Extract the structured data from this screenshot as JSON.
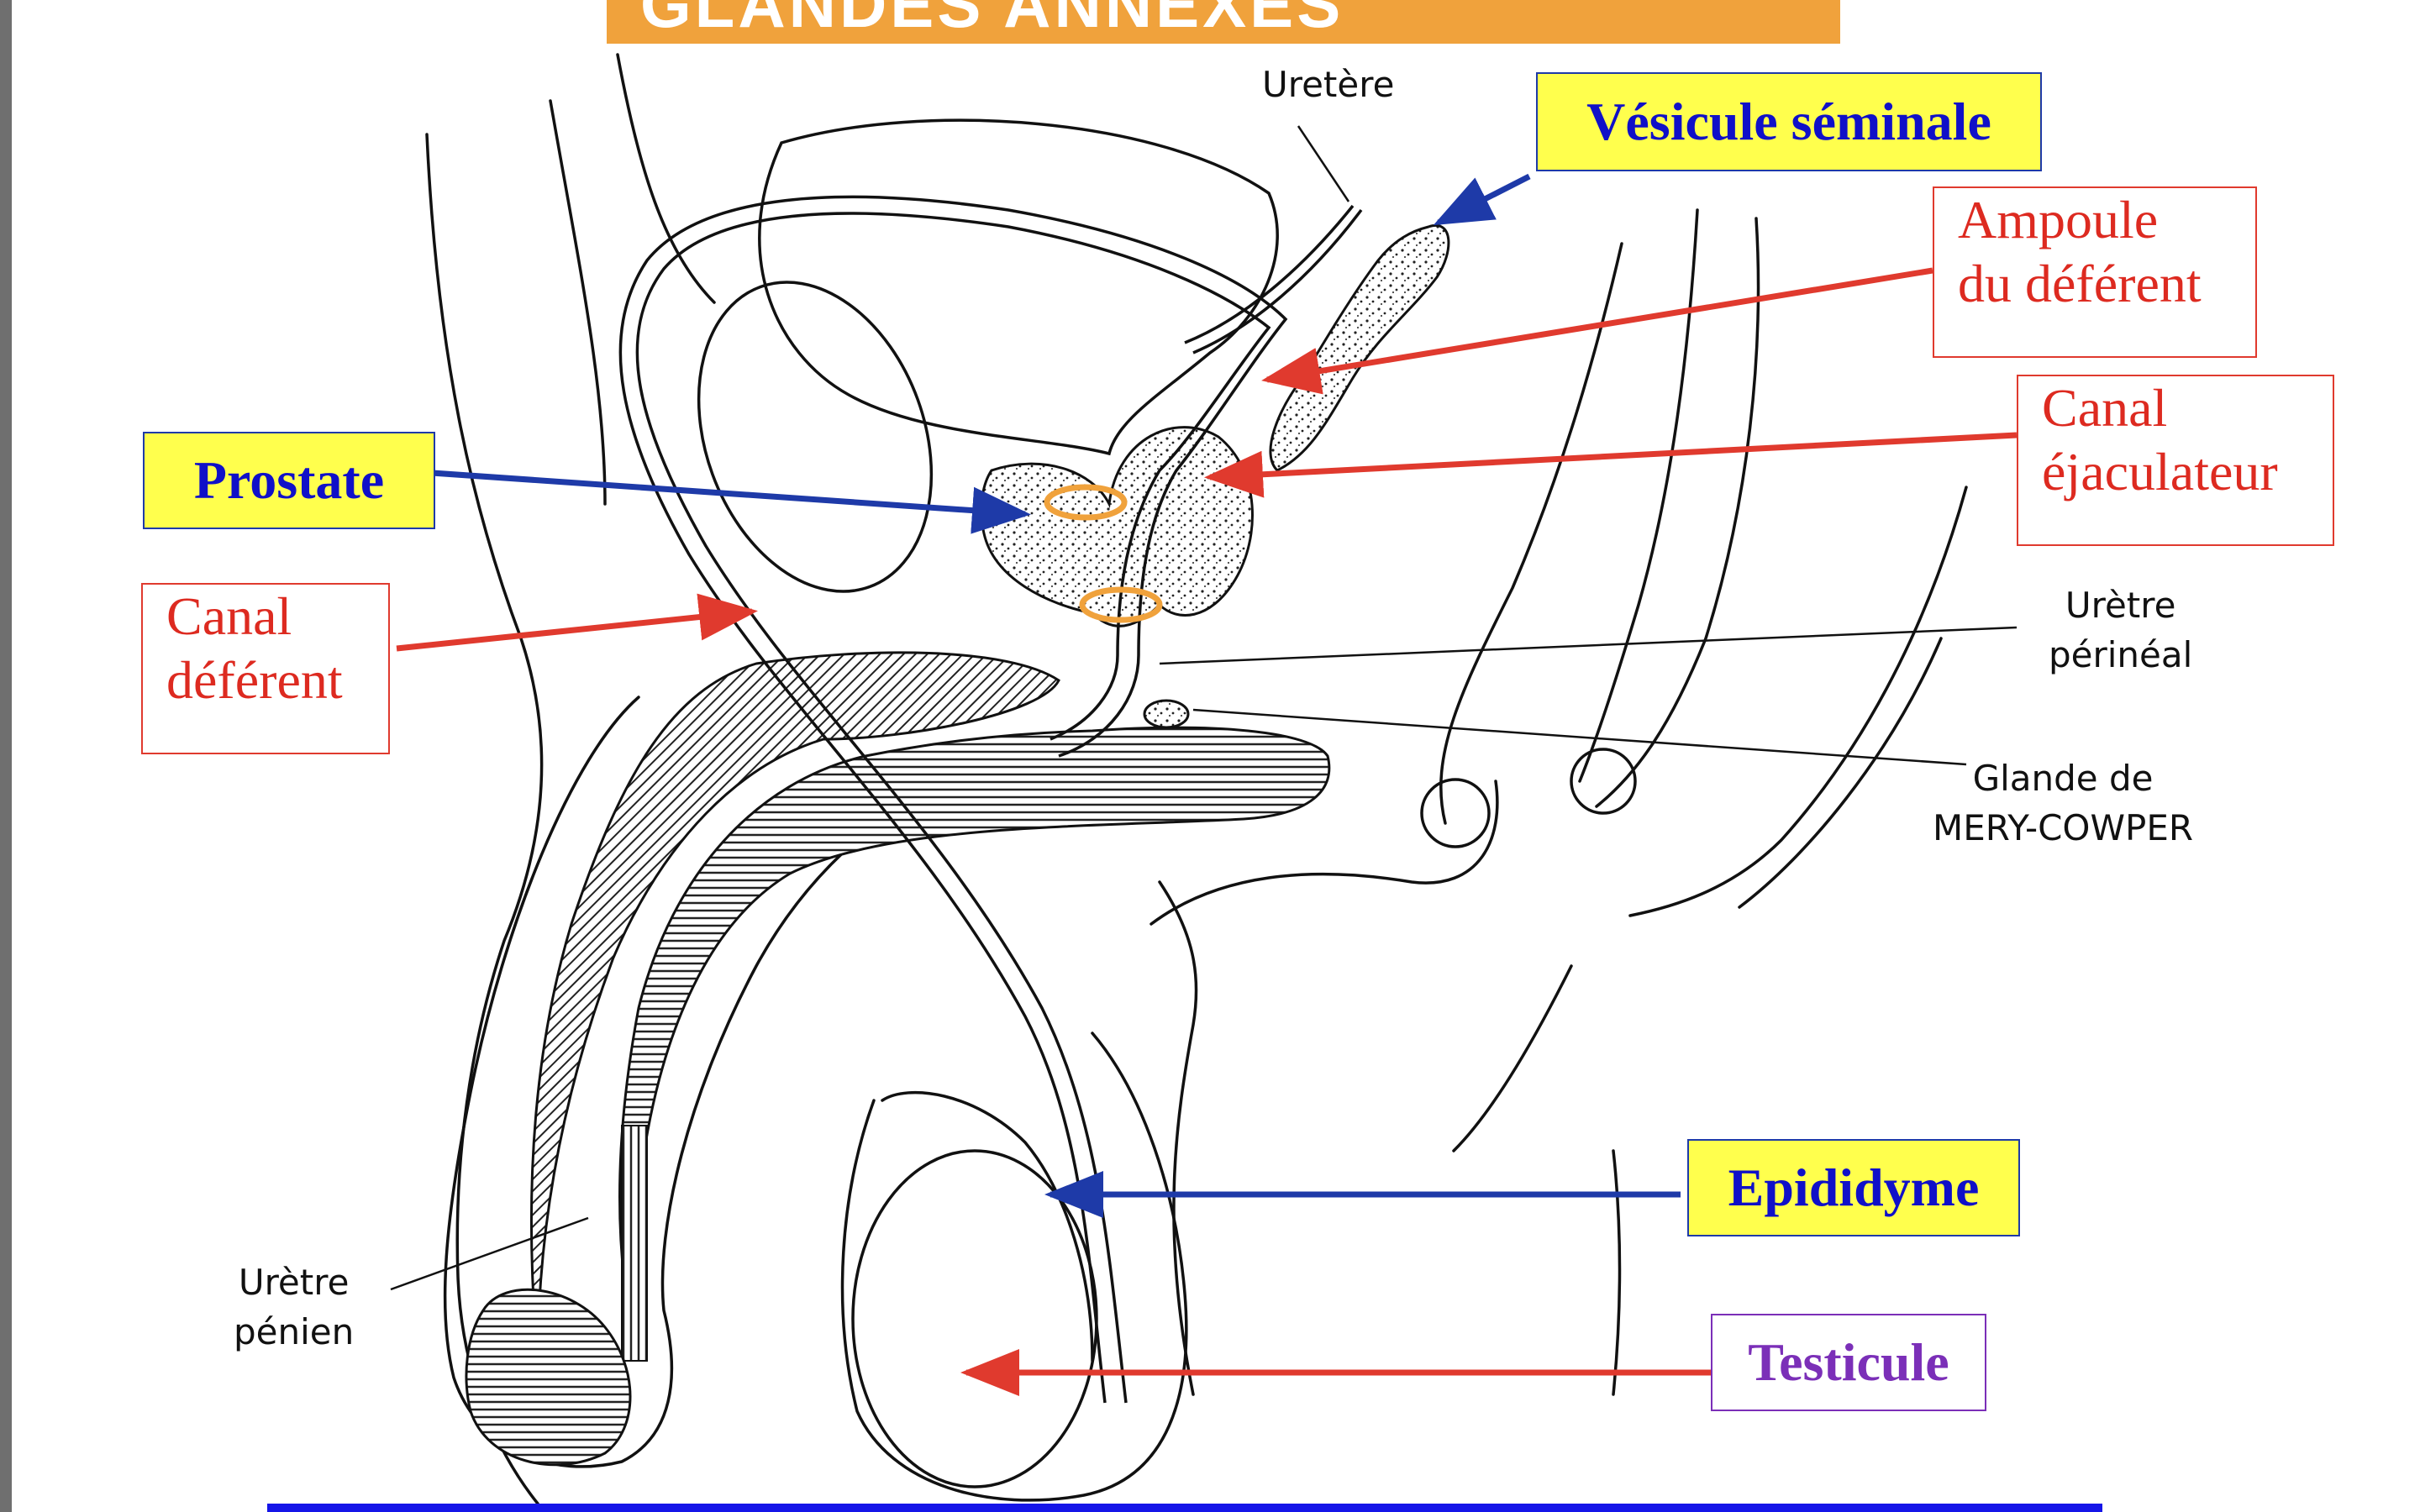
{
  "title": "GLANDES ANNEXES",
  "labels": {
    "vesicule": "Vésicule séminale",
    "ampoule_1": "Ampoule",
    "ampoule_2": "du déférent",
    "canal_ejac_1": "Canal",
    "canal_ejac_2": "éjaculateur",
    "prostate": "Prostate",
    "canal_def_1": "Canal",
    "canal_def_2": "déférent",
    "epididyme": "Epididyme",
    "testicule": "Testicule"
  },
  "drawing_labels": {
    "uretere": "Uretère",
    "uretre_perineal_1": "Urètre",
    "uretre_perineal_2": "périnéal",
    "glande_1": "Glande de",
    "glande_2": "MERY-COWPER",
    "uretre_penien_1": "Urètre",
    "uretre_penien_2": "pénien"
  },
  "colors": {
    "title_bg": "#f0a23c",
    "yellow_box": "#ffff4d",
    "blue_text": "#1010c8",
    "red": "#e03a2e",
    "purple": "#7b2fb8",
    "arrow_blue": "#1e3aa8",
    "highlight_ring": "#f0a23c",
    "bottom_rule": "#1515e8"
  }
}
